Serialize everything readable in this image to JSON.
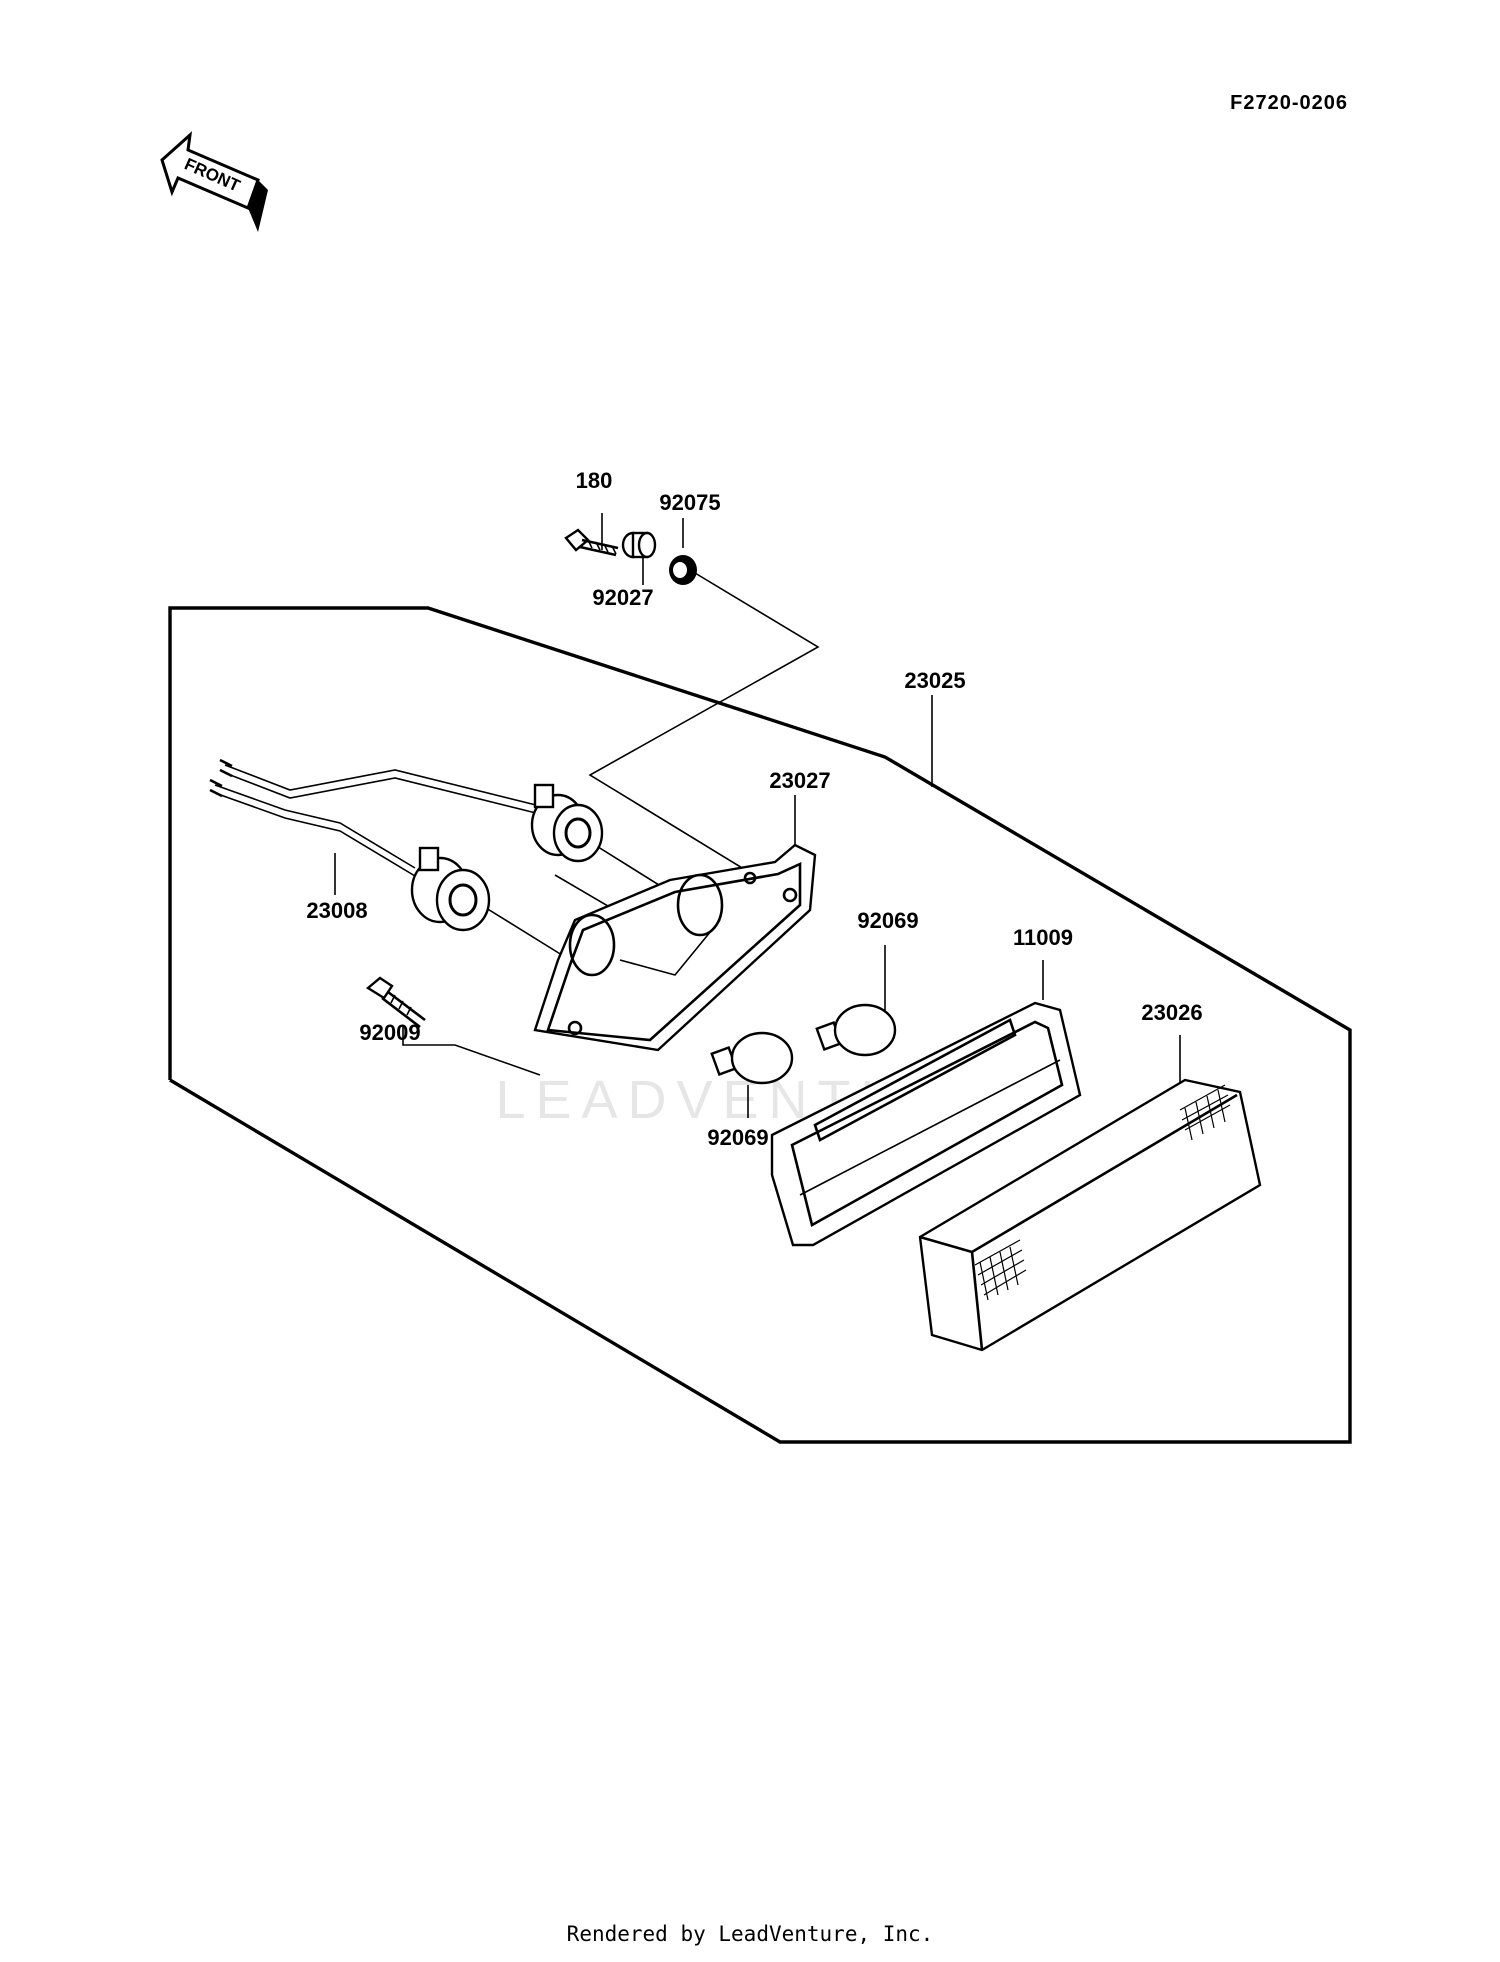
{
  "reference_code": "F2720-0206",
  "front_label": "FRONT",
  "watermark": "LEADVENTURE",
  "footer": "Rendered by LeadVenture, Inc.",
  "parts": {
    "p180": "180",
    "p92075": "92075",
    "p92027": "92027",
    "p23025": "23025",
    "p23027": "23027",
    "p23008": "23008",
    "p92069a": "92069",
    "p92069b": "92069",
    "p11009": "11009",
    "p23026": "23026",
    "p92009": "92009"
  }
}
